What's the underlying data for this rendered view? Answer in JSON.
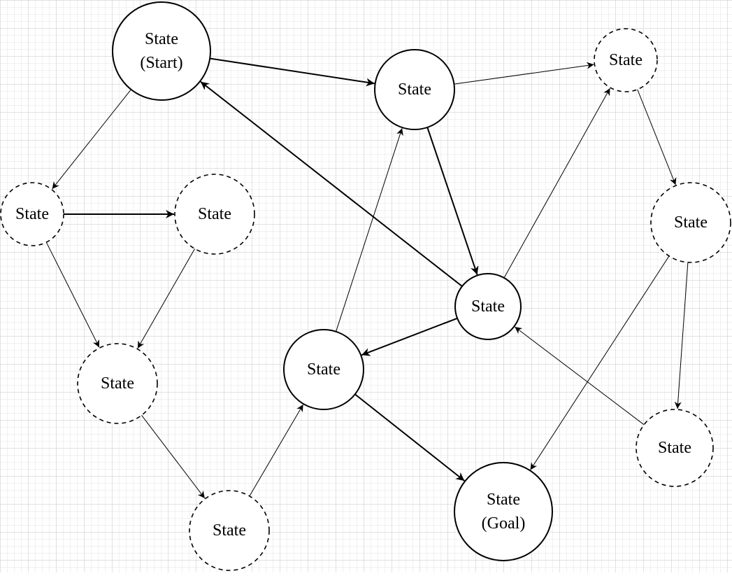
{
  "diagram": {
    "background": "#ffffff",
    "grid": {
      "minor_color": "#e3e3e3",
      "major_color": "#c4c4c4"
    },
    "stroke_color": "#000000",
    "nodes": [
      {
        "id": "start",
        "lines": [
          "State",
          "(Start)"
        ],
        "style": "solid"
      },
      {
        "id": "n2",
        "lines": [
          "State"
        ],
        "style": "solid"
      },
      {
        "id": "n3",
        "lines": [
          "State"
        ],
        "style": "dashed"
      },
      {
        "id": "n4",
        "lines": [
          "State"
        ],
        "style": "dashed"
      },
      {
        "id": "n5",
        "lines": [
          "State"
        ],
        "style": "dashed"
      },
      {
        "id": "n6",
        "lines": [
          "State"
        ],
        "style": "dashed"
      },
      {
        "id": "n7",
        "lines": [
          "State"
        ],
        "style": "solid"
      },
      {
        "id": "n8",
        "lines": [
          "State"
        ],
        "style": "dashed"
      },
      {
        "id": "n9",
        "lines": [
          "State"
        ],
        "style": "solid"
      },
      {
        "id": "n10",
        "lines": [
          "State"
        ],
        "style": "dashed"
      },
      {
        "id": "goal",
        "lines": [
          "State",
          "(Goal)"
        ],
        "style": "solid"
      },
      {
        "id": "n12",
        "lines": [
          "State"
        ],
        "style": "dashed"
      }
    ],
    "edges": [
      {
        "from": "start",
        "to": "n2",
        "weight": "thick"
      },
      {
        "from": "start",
        "to": "n4",
        "weight": "thin"
      },
      {
        "from": "n2",
        "to": "n3",
        "weight": "thin"
      },
      {
        "from": "n2",
        "to": "n7",
        "weight": "thick"
      },
      {
        "from": "n3",
        "to": "n5",
        "weight": "thin"
      },
      {
        "from": "n4",
        "to": "n6",
        "weight": "thick"
      },
      {
        "from": "n4",
        "to": "n8",
        "weight": "thin"
      },
      {
        "from": "n6",
        "to": "n8",
        "weight": "thin"
      },
      {
        "from": "n5",
        "to": "goal",
        "weight": "thin"
      },
      {
        "from": "n5",
        "to": "n12",
        "weight": "thin"
      },
      {
        "from": "n7",
        "to": "start",
        "weight": "thick"
      },
      {
        "from": "n7",
        "to": "n3",
        "weight": "thin"
      },
      {
        "from": "n7",
        "to": "n9",
        "weight": "thick"
      },
      {
        "from": "n8",
        "to": "n10",
        "weight": "thin"
      },
      {
        "from": "n10",
        "to": "n9",
        "weight": "thin"
      },
      {
        "from": "n9",
        "to": "n2",
        "weight": "thin"
      },
      {
        "from": "n9",
        "to": "goal",
        "weight": "thick"
      },
      {
        "from": "n12",
        "to": "n7",
        "weight": "thin"
      }
    ]
  }
}
